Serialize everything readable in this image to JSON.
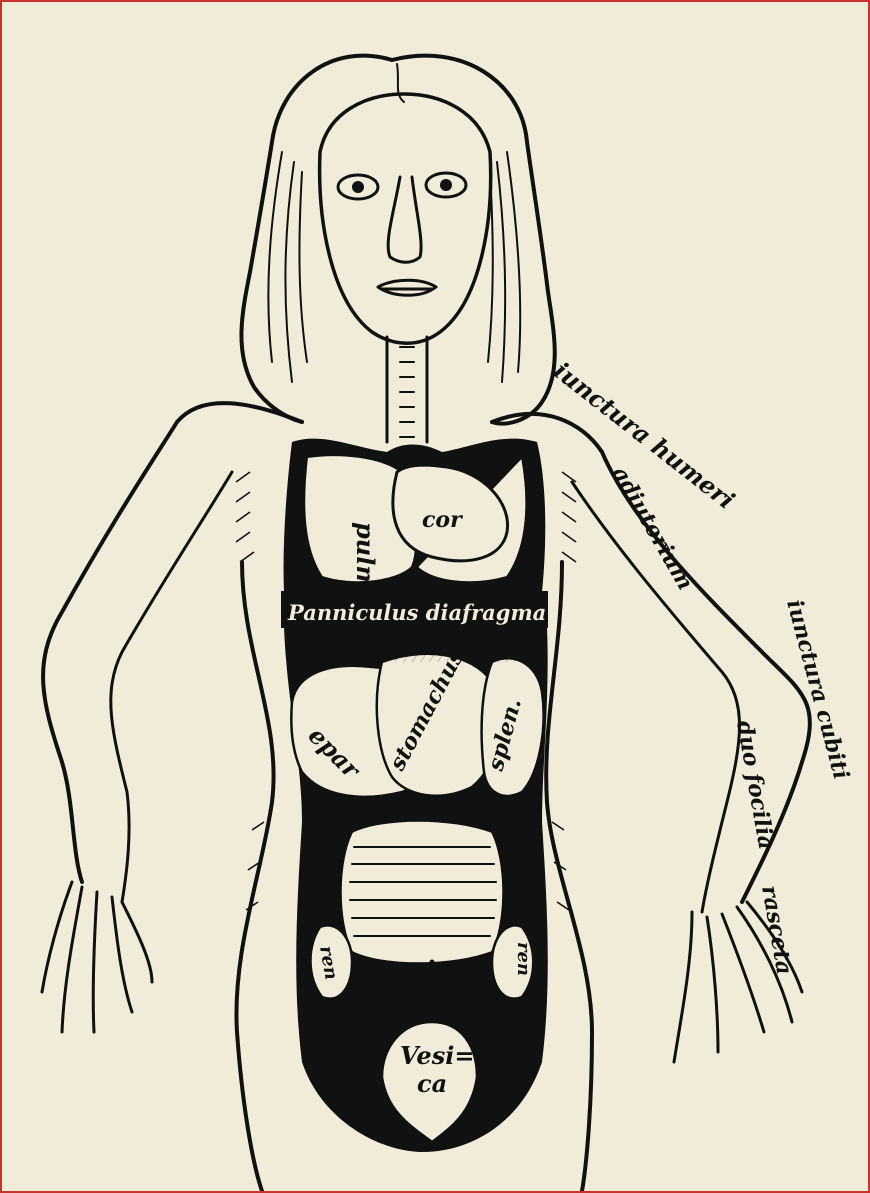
{
  "labels": {
    "pulmo": "pulmo",
    "cor": "cor",
    "diaphragm": "Panniculus diafragma",
    "epar": "epar",
    "stomachus": "stomachus",
    "splen": "splen.",
    "ren_left": "ren",
    "ren_right": "ren",
    "vesica_1": "Vesi=",
    "vesica_2": "ca",
    "iuncturae_humeri": "iunctura humeri",
    "adiutorium": "adiutorium",
    "iunctura_cubiti": "iunctura cubiti",
    "duo_focilia": "duo focilia",
    "rasceta": "rasceta"
  },
  "colors": {
    "paper": "#f1ebd9",
    "ink": "#111111",
    "frame": "#c9332e"
  }
}
